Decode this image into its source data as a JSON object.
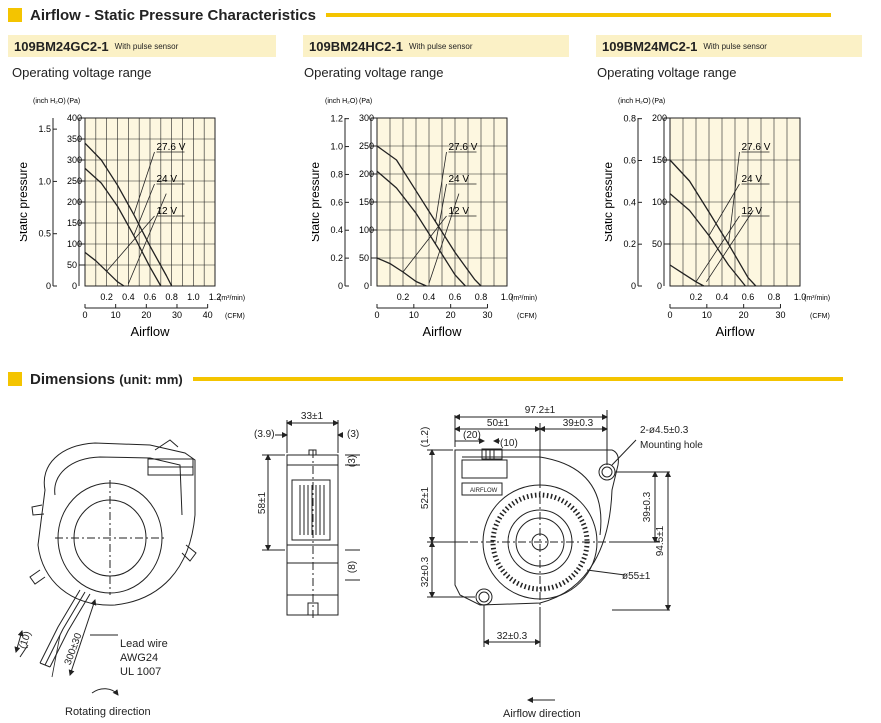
{
  "section_airflow": {
    "title": "Airflow - Static Pressure Characteristics"
  },
  "section_dims": {
    "title": "Dimensions",
    "unit": "(unit: mm)"
  },
  "labels": {
    "op_range": "Operating voltage range",
    "ylabel": "Static pressure",
    "xlabel": "Airflow",
    "y_unit_inch": "(inch H₂O)",
    "y_unit_pa": "(Pa)",
    "x_unit_m3": "(m³/min)",
    "x_unit_cfm": "(CFM)"
  },
  "colors": {
    "accent": "#f4c400",
    "band": "#fbf1c6",
    "plot_bg": "#fdf7e0"
  },
  "chart_data": [
    {
      "type": "line",
      "model": "109BM24GC2-1",
      "sensor": "With pulse sensor",
      "xlabel": "Airflow",
      "ylabel": "Static pressure",
      "x_unit": "(m³/min)",
      "y_unit": "(Pa)",
      "xlim": [
        0,
        1.2
      ],
      "ylim": [
        0,
        400
      ],
      "x_ticks": [
        "0.2",
        "0.4",
        "0.6",
        "0.8",
        "1.0",
        "1.2"
      ],
      "cfm_ticks": [
        "0",
        "10",
        "20",
        "30",
        "40"
      ],
      "cfm_max": 42.4,
      "y_ticks": [
        "50",
        "100",
        "150",
        "200",
        "250",
        "300",
        "350",
        "400"
      ],
      "inch_ticks": [
        "0",
        "0.5",
        "1.0",
        "1.5"
      ],
      "inch_pa": 249,
      "series": [
        {
          "name": "27.6 V",
          "x": [
            0,
            0.15,
            0.3,
            0.45,
            0.6,
            0.75,
            0.8
          ],
          "y": [
            340,
            300,
            240,
            170,
            95,
            25,
            0
          ]
        },
        {
          "name": "24 V",
          "x": [
            0,
            0.15,
            0.3,
            0.45,
            0.6,
            0.7
          ],
          "y": [
            280,
            245,
            190,
            120,
            45,
            0
          ]
        },
        {
          "name": "12 V",
          "x": [
            0,
            0.1,
            0.2,
            0.3,
            0.36
          ],
          "y": [
            80,
            60,
            35,
            10,
            0
          ]
        }
      ],
      "op_line": {
        "x": [
          0.4,
          0.75
        ],
        "y": [
          5,
          220
        ]
      }
    },
    {
      "type": "line",
      "model": "109BM24HC2-1",
      "sensor": "With pulse sensor",
      "xlabel": "Airflow",
      "ylabel": "Static pressure",
      "x_unit": "(m³/min)",
      "y_unit": "(Pa)",
      "xlim": [
        0,
        1.0
      ],
      "ylim": [
        0,
        300
      ],
      "x_ticks": [
        "0.2",
        "0.4",
        "0.6",
        "0.8",
        "1.0"
      ],
      "cfm_ticks": [
        "0",
        "10",
        "20",
        "30"
      ],
      "cfm_max": 35.3,
      "y_ticks": [
        "50",
        "100",
        "150",
        "200",
        "250",
        "300"
      ],
      "inch_ticks": [
        "0",
        "0.2",
        "0.4",
        "0.6",
        "0.8",
        "1.0",
        "1.2"
      ],
      "inch_pa": 249,
      "series": [
        {
          "name": "27.6 V",
          "x": [
            0,
            0.15,
            0.3,
            0.45,
            0.6,
            0.75,
            0.8
          ],
          "y": [
            250,
            225,
            170,
            115,
            60,
            12,
            0
          ]
        },
        {
          "name": "24 V",
          "x": [
            0,
            0.15,
            0.3,
            0.45,
            0.6,
            0.68
          ],
          "y": [
            205,
            175,
            130,
            75,
            20,
            0
          ]
        },
        {
          "name": "12 V",
          "x": [
            0,
            0.1,
            0.2,
            0.3,
            0.38
          ],
          "y": [
            50,
            40,
            25,
            8,
            0
          ]
        }
      ],
      "op_line": {
        "x": [
          0.4,
          0.63
        ],
        "y": [
          5,
          165
        ]
      }
    },
    {
      "type": "line",
      "model": "109BM24MC2-1",
      "sensor": "With pulse sensor",
      "xlabel": "Airflow",
      "ylabel": "Static pressure",
      "x_unit": "(m³/min)",
      "y_unit": "(Pa)",
      "xlim": [
        0,
        1.0
      ],
      "ylim": [
        0,
        200
      ],
      "x_ticks": [
        "0.2",
        "0.4",
        "0.6",
        "0.8",
        "1.0"
      ],
      "cfm_ticks": [
        "0",
        "10",
        "20",
        "30"
      ],
      "cfm_max": 35.3,
      "y_ticks": [
        "50",
        "100",
        "150",
        "200"
      ],
      "inch_ticks": [
        "0",
        "0.2",
        "0.4",
        "0.6",
        "0.8"
      ],
      "inch_pa": 249,
      "series": [
        {
          "name": "27.6 V",
          "x": [
            0,
            0.15,
            0.3,
            0.45,
            0.6,
            0.66
          ],
          "y": [
            150,
            125,
            88,
            50,
            10,
            0
          ]
        },
        {
          "name": "24 V",
          "x": [
            0,
            0.15,
            0.3,
            0.45,
            0.58
          ],
          "y": [
            110,
            90,
            60,
            25,
            0
          ]
        },
        {
          "name": "12 V",
          "x": [
            0,
            0.1,
            0.2,
            0.26
          ],
          "y": [
            25,
            15,
            5,
            0
          ]
        }
      ],
      "op_line": {
        "x": [
          0.28,
          0.64
        ],
        "y": [
          5,
          90
        ]
      }
    }
  ],
  "dims": {
    "side": {
      "top": "33±1",
      "l3_9": "(3.9)",
      "r3": "(3)",
      "r3b": "(3)",
      "h58": "58±1",
      "r8": "(8)"
    },
    "front": {
      "w97": "97.2±1",
      "w50": "50±1",
      "w39": "39±0.3",
      "p20": "(20)",
      "p10": "(10)",
      "p1_2": "(1.2)",
      "hole": "2-ø4.5±0.3",
      "mount": "Mounting hole",
      "h52": "52±1",
      "h39": "39±0.3",
      "h94": "94.5±1",
      "h32": "32±0.3",
      "d55": "ø55±1",
      "b32": "32±0.3",
      "airflow_label": "AIRFLOW"
    },
    "iso": {
      "d10": "(10)",
      "d300": "300±30"
    },
    "lead": {
      "l1": "Lead wire",
      "l2": "AWG24",
      "l3": "UL 1007"
    },
    "rot": "Rotating direction",
    "air": "Airflow direction"
  }
}
